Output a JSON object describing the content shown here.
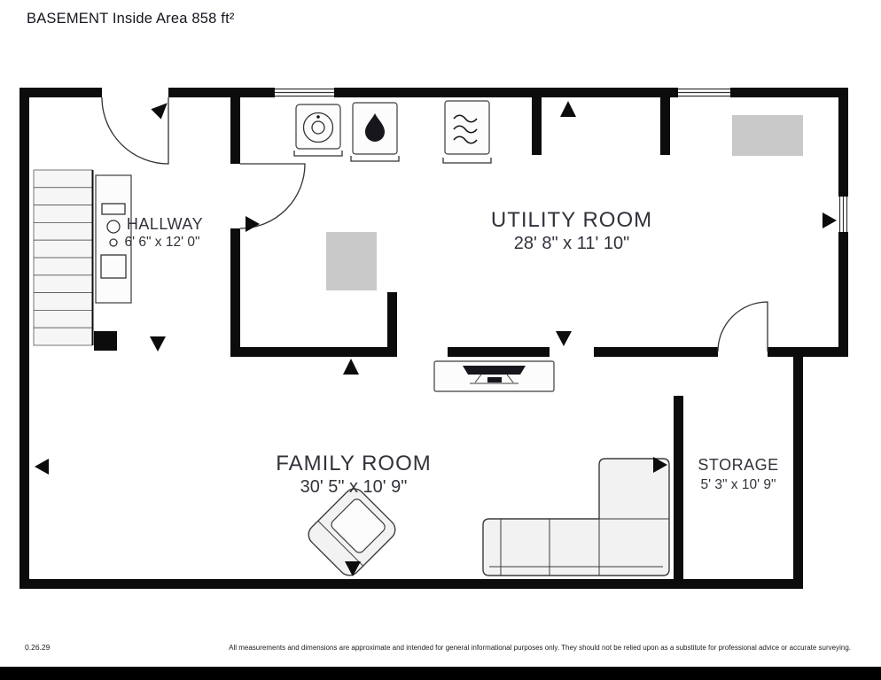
{
  "title": "BASEMENT Inside Area 858 ft²",
  "rooms": {
    "hallway": {
      "name": "HALLWAY",
      "dims": "6' 6\" x 12' 0\""
    },
    "utility": {
      "name": "UTILITY ROOM",
      "dims": "28' 8\" x 11' 10\""
    },
    "family": {
      "name": "FAMILY ROOM",
      "dims": "30' 5\" x 10' 9\""
    },
    "storage": {
      "name": "STORAGE",
      "dims": "5' 3\" x 10' 9\""
    }
  },
  "footer": {
    "version": "0.26.29",
    "disclaimer": "All measurements and dimensions are approximate and intended for general informational purposes only. They should not be relied upon as a substitute for professional advice or accurate surveying."
  },
  "colors": {
    "wall": "#0c0c0c",
    "equipment": "#c9c9c9",
    "furniture": "#f2f2f2",
    "text": "#32323b"
  },
  "icons": [
    "stairs-icon",
    "shelving-icon",
    "washer-icon",
    "water-heater-icon",
    "furnace-icon",
    "equipment-icon",
    "tv-console-icon",
    "sectional-sofa-icon",
    "armchair-icon",
    "door-icon",
    "window-icon",
    "direction-arrow-icon"
  ]
}
